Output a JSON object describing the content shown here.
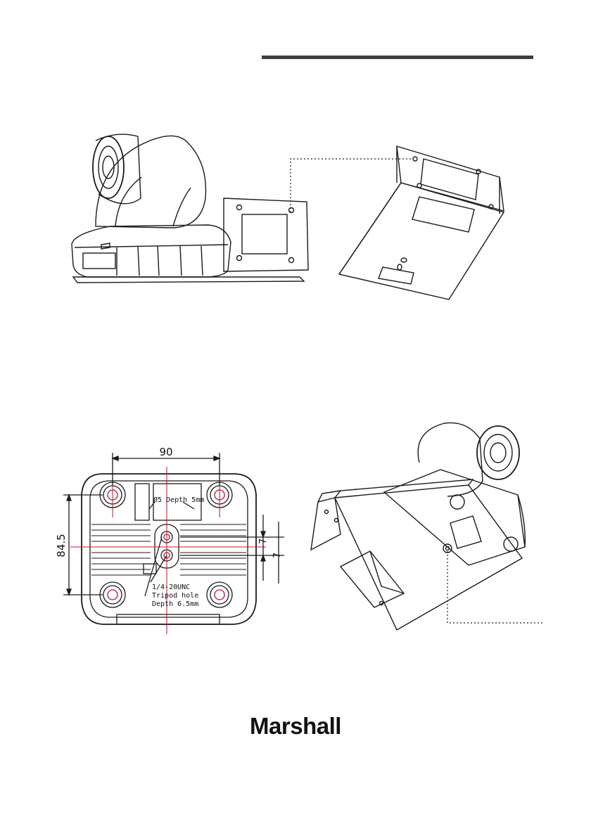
{
  "brand": {
    "name": "Marshall"
  },
  "bottom_view": {
    "dimensions": {
      "width": "90",
      "height": "84.5",
      "pitch_a": "7",
      "pitch_b": "7"
    },
    "callouts": {
      "thread_hole": "Ø5 Depth 5mm",
      "tripod_line1": "1/4-20UNC",
      "tripod_line2": "Tripod hole",
      "tripod_line3": "Depth 6.5mm"
    }
  },
  "colors": {
    "rule": "#3f3f42",
    "ink": "#1a1a1a",
    "crosshair": "#d0102a"
  }
}
